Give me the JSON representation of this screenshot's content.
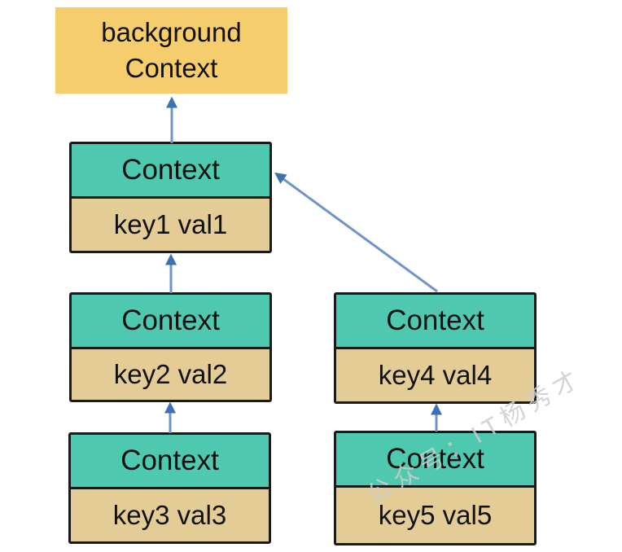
{
  "diagram": {
    "root": {
      "label": "background\nContext"
    },
    "nodes": [
      {
        "title": "Context",
        "kv": "key1 val1"
      },
      {
        "title": "Context",
        "kv": "key2 val2"
      },
      {
        "title": "Context",
        "kv": "key3 val3"
      },
      {
        "title": "Context",
        "kv": "key4 val4"
      },
      {
        "title": "Context",
        "kv": "key5 val5"
      }
    ],
    "edges": [
      {
        "from": "context-key1",
        "to": "background-context"
      },
      {
        "from": "context-key2",
        "to": "context-key1"
      },
      {
        "from": "context-key3",
        "to": "context-key2"
      },
      {
        "from": "context-key4",
        "to": "context-key1"
      },
      {
        "from": "context-key5",
        "to": "context-key4"
      }
    ],
    "watermark": "公众号：IT杨秀才",
    "colors": {
      "root_fill": "#F5CD6C",
      "node_title_fill": "#4EC8AE",
      "node_kv_fill": "#E4CC97",
      "border": "#1A1A1A",
      "arrow_line": "#6E94CA",
      "arrow_head": "#3E70B4"
    }
  }
}
